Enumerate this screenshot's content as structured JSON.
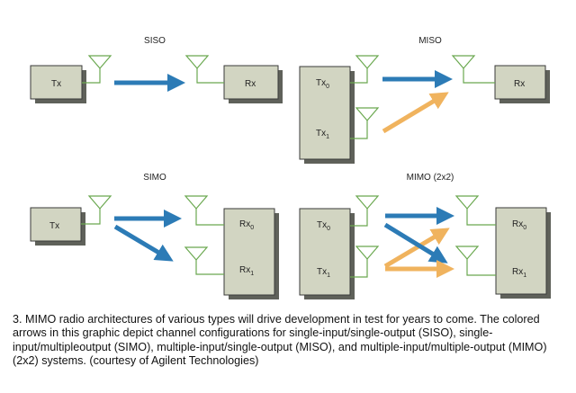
{
  "colors": {
    "box_fill": "#d2d5c2",
    "box_shadow": "#5f615a",
    "box_stroke": "#3a3a3a",
    "antenna": "#6aa84f",
    "arrow_blue": "#2c7bb6",
    "arrow_orange": "#f0b35e"
  },
  "panels": {
    "siso": {
      "title": "SISO",
      "tx": "Tx",
      "rx": "Rx"
    },
    "miso": {
      "title": "MISO",
      "tx0": "Tx",
      "tx0_sub": "0",
      "tx1": "Tx",
      "tx1_sub": "1",
      "rx": "Rx"
    },
    "simo": {
      "title": "SIMO",
      "tx": "Tx",
      "rx0": "Rx",
      "rx0_sub": "0",
      "rx1": "Rx",
      "rx1_sub": "1"
    },
    "mimo": {
      "title": "MIMO (2x2)",
      "tx0": "Tx",
      "tx0_sub": "0",
      "tx1": "Tx",
      "tx1_sub": "1",
      "rx0": "Rx",
      "rx0_sub": "0",
      "rx1": "Rx",
      "rx1_sub": "1"
    }
  },
  "caption": "3. MIMO radio architectures of various types will drive development in test for years to come. The colored arrows in this graphic depict channel configurations for single-input/single-output (SISO), single-input/multipleoutput (SIMO), multiple-input/single-output (MISO), and multiple-input/multiple-output (MIMO) (2x2) systems. (courtesy of Agilent Technologies)"
}
